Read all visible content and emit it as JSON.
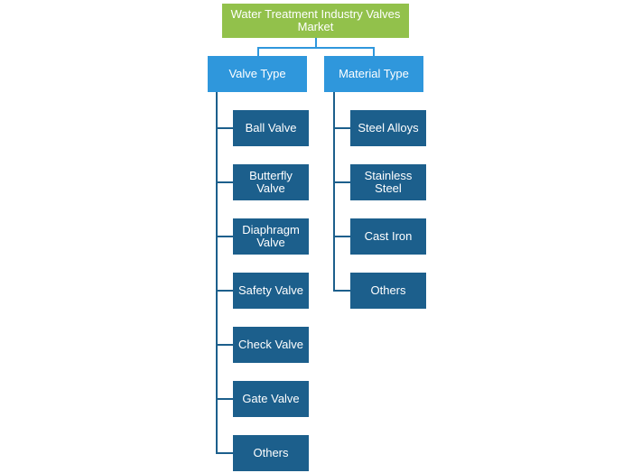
{
  "diagram": {
    "root": "Water Treatment Industry Valves Market",
    "categories": [
      {
        "label": "Valve Type",
        "items": [
          "Ball Valve",
          "Butterfly Valve",
          "Diaphragm Valve",
          "Safety Valve",
          "Check Valve",
          "Gate Valve",
          "Others"
        ]
      },
      {
        "label": "Material Type",
        "items": [
          "Steel Alloys",
          "Stainless Steel",
          "Cast Iron",
          "Others"
        ]
      }
    ],
    "colors": {
      "root": "#92c14b",
      "category": "#2f97dc",
      "leaf": "#1c5f8c"
    }
  }
}
